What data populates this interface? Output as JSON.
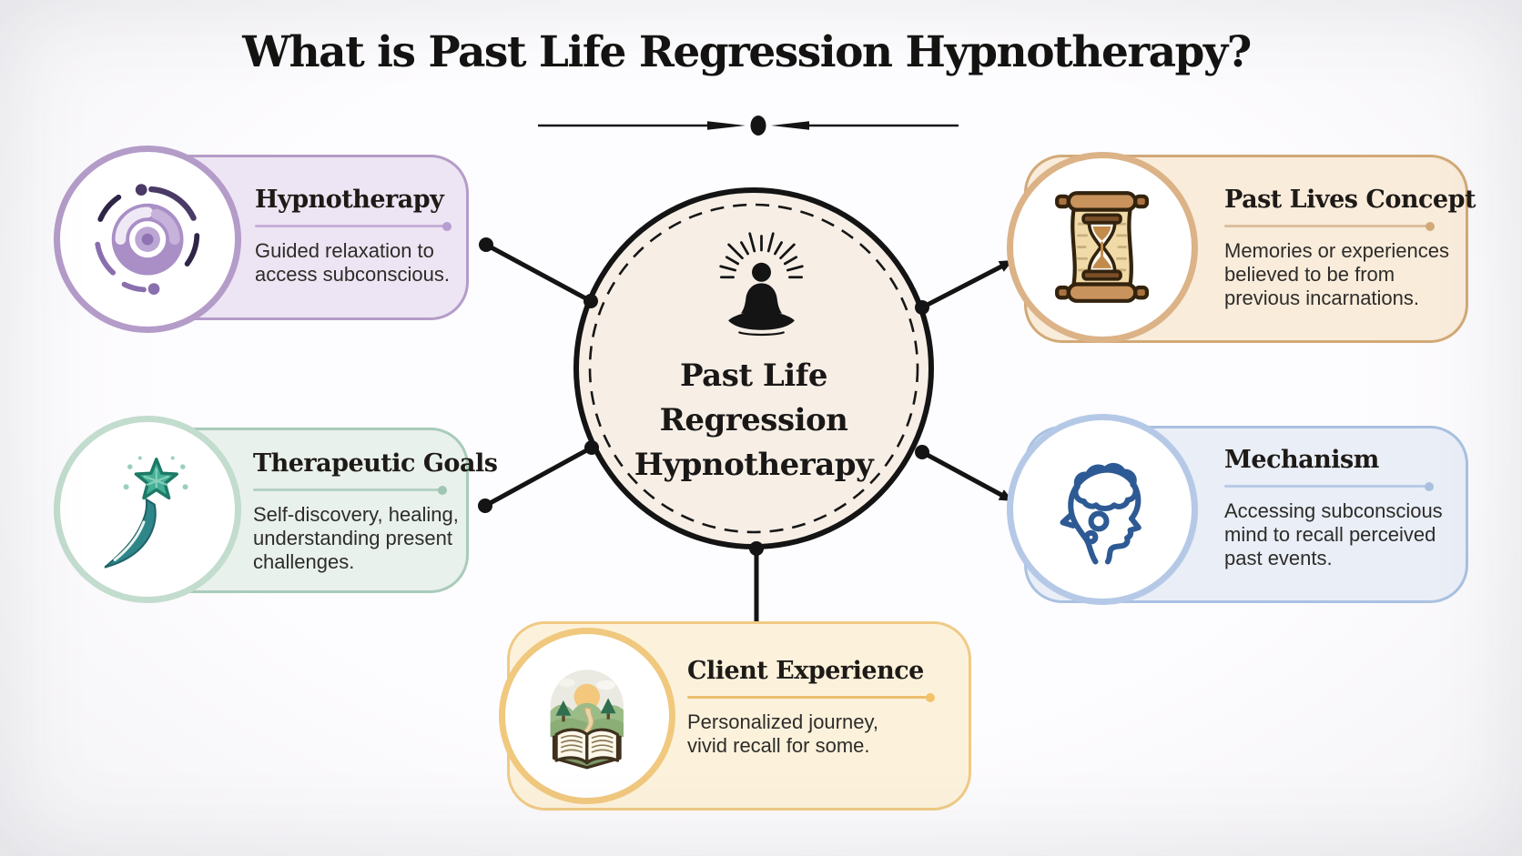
{
  "title": "What is Past Life Regression Hypnotherapy?",
  "center": {
    "lines": [
      "Past Life",
      "Regression",
      "Hypnotherapy"
    ],
    "icon": "meditating-person-icon",
    "fill_color": "#F7EFE6",
    "stroke_color": "#141414"
  },
  "cards": [
    {
      "id": "hypnotherapy",
      "title": "Hypnotherapy",
      "body": "Guided relaxation to access subconscious.",
      "icon": "hypnosis-spiral-icon",
      "bg_color": "#EDE5F3",
      "border_color": "#B49CC9",
      "accent_color": "#B79DD0"
    },
    {
      "id": "past-lives-concept",
      "title": "Past Lives Concept",
      "body": "Memories or experiences believed to be from previous incarnations.",
      "icon": "scroll-hourglass-icon",
      "bg_color": "#F9ECDB",
      "border_color": "#D2A977",
      "accent_color": "#D2A977"
    },
    {
      "id": "therapeutic-goals",
      "title": "Therapeutic Goals",
      "body": "Self-discovery, healing, understanding present challenges.",
      "icon": "star-path-icon",
      "bg_color": "#E9F1EC",
      "border_color": "#A9CBBA",
      "accent_color": "#9FC6B2"
    },
    {
      "id": "mechanism",
      "title": "Mechanism",
      "body": "Accessing subconscious mind to recall perceived past events.",
      "icon": "head-mind-icon",
      "bg_color": "#E9EEF7",
      "border_color": "#A9C1E1",
      "accent_color": "#A9C0DF"
    },
    {
      "id": "client-experience",
      "title": "Client Experience",
      "body": "Personalized journey, vivid recall for some.",
      "icon": "book-journey-icon",
      "bg_color": "#FCF2DC",
      "border_color": "#F0CA85",
      "accent_color": "#F2C368"
    }
  ]
}
